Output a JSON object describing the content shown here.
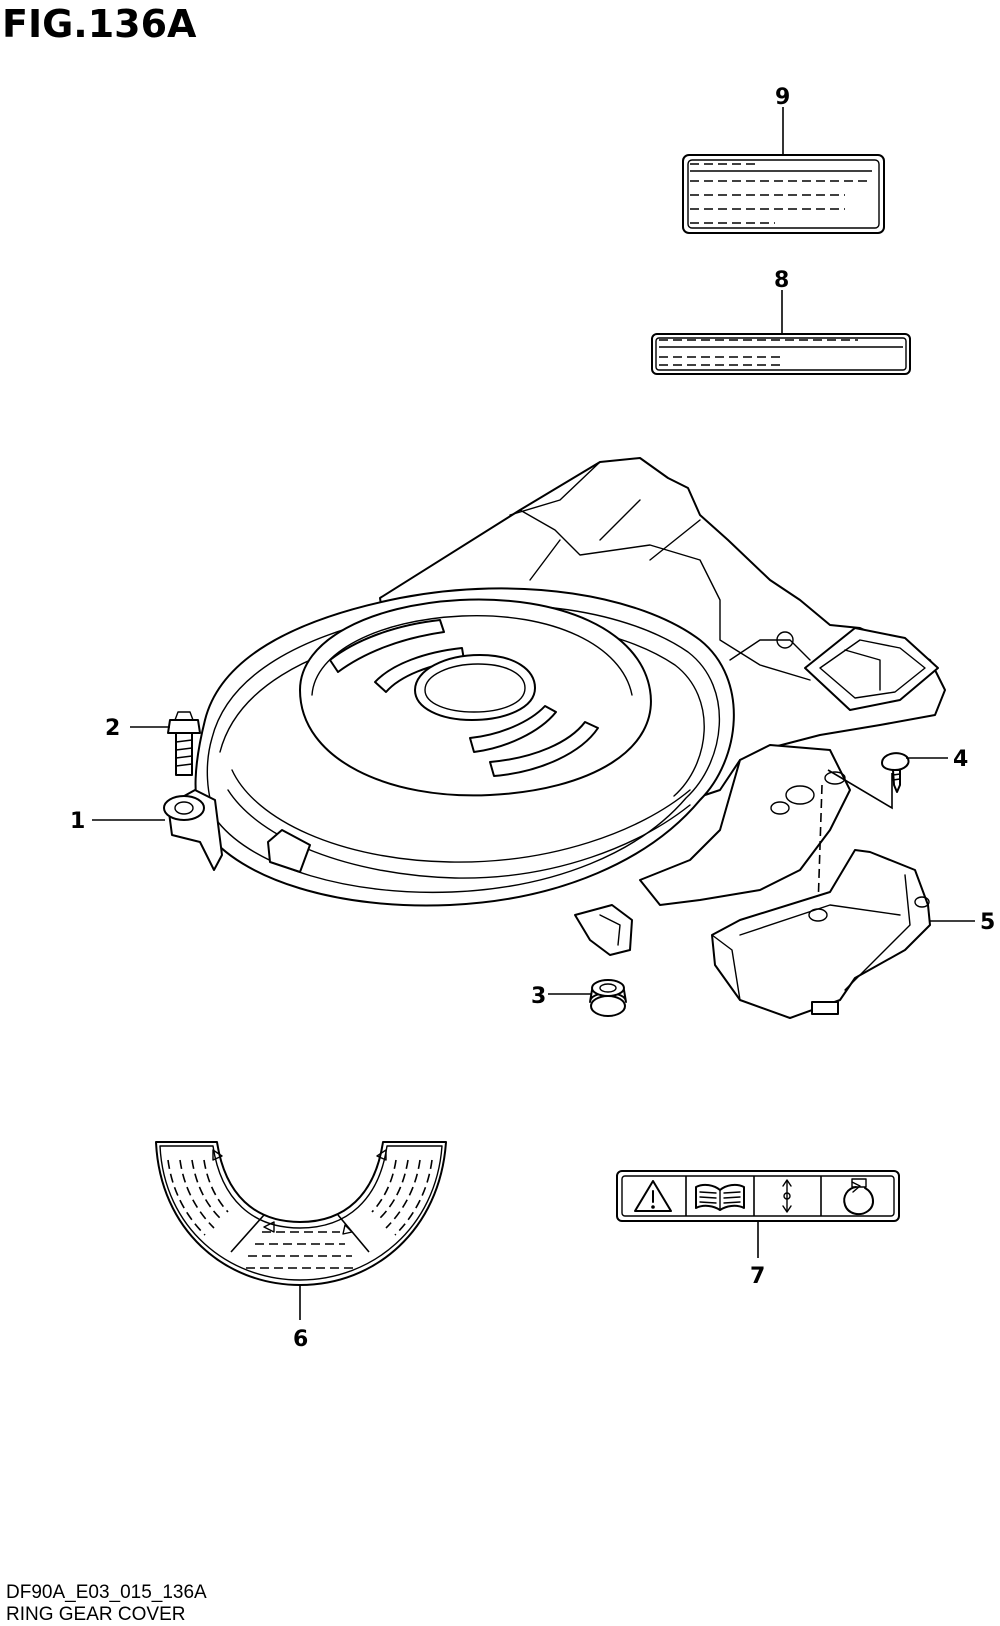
{
  "figure": {
    "title": "FIG.136A",
    "code": "DF90A_E03_015_136A",
    "subtitle": "RING GEAR COVER"
  },
  "callouts": [
    "1",
    "2",
    "3",
    "4",
    "5",
    "6",
    "7",
    "8",
    "9"
  ],
  "parts": {
    "p1": "ring-gear-cover",
    "p2": "bolt",
    "p3": "grommet",
    "p4": "screw",
    "p5": "cover-plate",
    "p6": "caution-label-half-ring",
    "p7": "pictogram-label",
    "p8": "two-line-label",
    "p9": "five-line-label"
  },
  "icons": [
    "warning-triangle-icon",
    "manual-book-icon",
    "up-down-arrow-icon",
    "rotation-arrow-icon"
  ],
  "colors": {
    "line": "#000000",
    "background": "#ffffff"
  }
}
